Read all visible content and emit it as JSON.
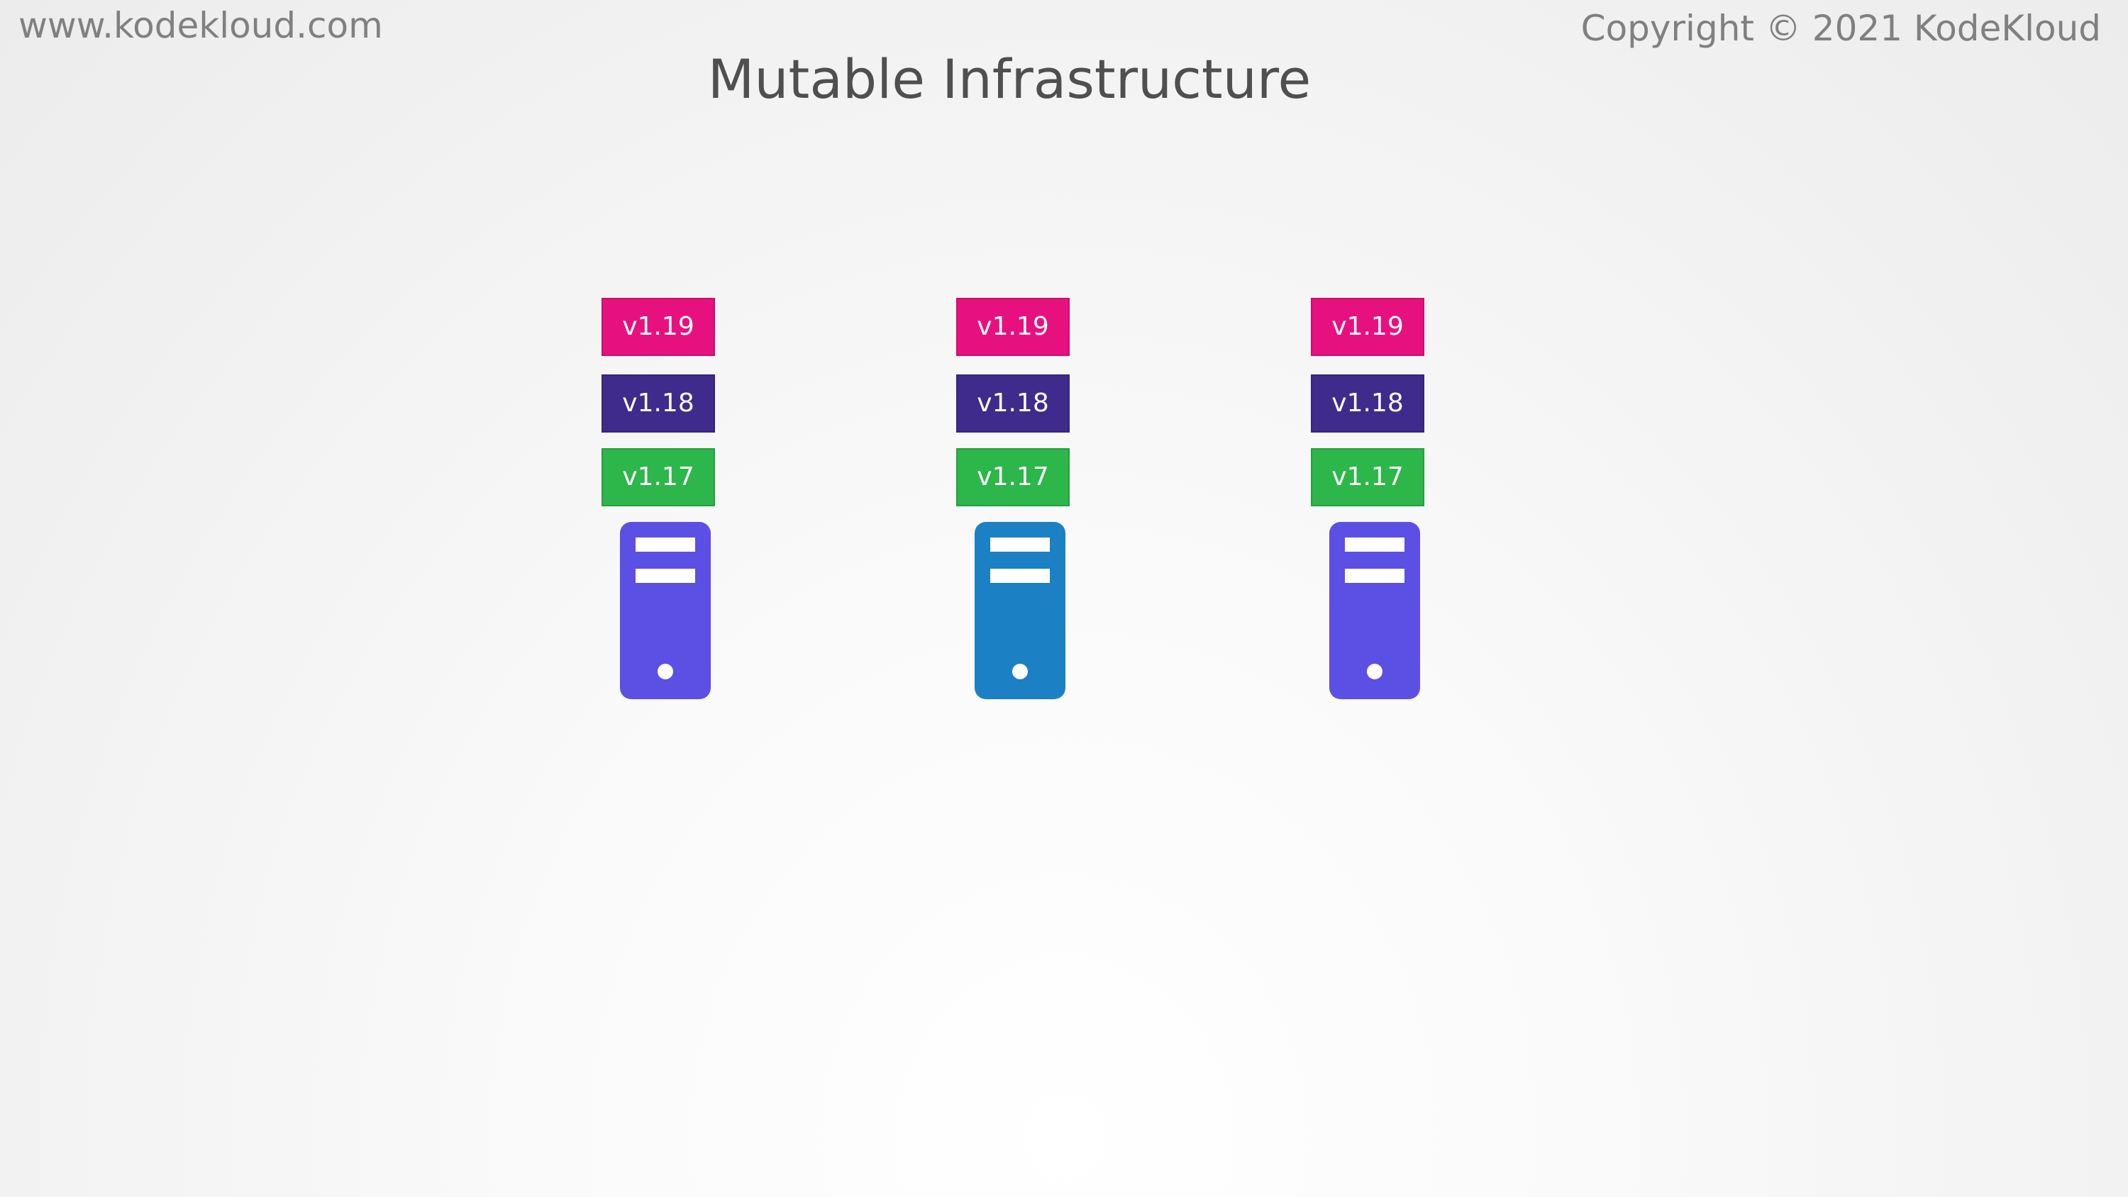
{
  "header": {
    "website": "www.kodekloud.com",
    "copyright": "Copyright © 2021 KodeKloud"
  },
  "title": "Mutable Infrastructure",
  "colors": {
    "v119": "#e6117f",
    "v118": "#3e2b8c",
    "v117": "#2db64a",
    "server_purple": "#5c4fe3",
    "server_blue": "#1b80c4"
  },
  "servers": [
    {
      "versions": [
        "v1.19",
        "v1.18",
        "v1.17"
      ],
      "icon": "server-icon",
      "color": "#5c4fe3"
    },
    {
      "versions": [
        "v1.19",
        "v1.18",
        "v1.17"
      ],
      "icon": "server-icon",
      "color": "#1b80c4"
    },
    {
      "versions": [
        "v1.19",
        "v1.18",
        "v1.17"
      ],
      "icon": "server-icon",
      "color": "#5c4fe3"
    }
  ]
}
